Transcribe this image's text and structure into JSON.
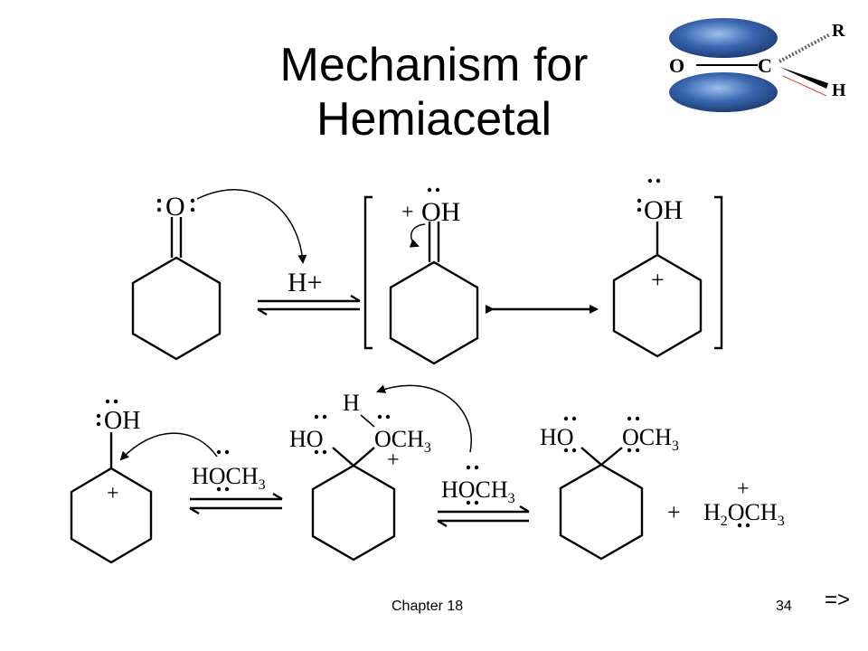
{
  "slide": {
    "title_line1": "Mechanism for",
    "title_line2": "Hemiacetal",
    "footer_chapter": "Chapter 18",
    "page_number": "34",
    "next_label": "=>"
  },
  "orbital_figure": {
    "label_o": "O",
    "label_c": "C",
    "label_r": "R",
    "label_h": "H",
    "lobe_color": "#3a67b0"
  },
  "scheme": {
    "reactant_oxygen": "O",
    "reagent_proton": "H+",
    "res1_plus": "+",
    "res1_group": "OH",
    "res2_group": "OH",
    "res2_plus": "+",
    "cation_group": "OH",
    "cation_plus": "+",
    "methanol_1": "HOCH",
    "methanol_1_sub": "3",
    "adduct_proton": "H",
    "adduct_ho": "HO",
    "adduct_och": "OCH",
    "adduct_och_sub": "3",
    "adduct_plus": "+",
    "methanol_2": "HOCH",
    "methanol_2_sub": "3",
    "product_ho": "HO",
    "product_och": "OCH",
    "product_och_sub": "3",
    "byproduct_plus_sign": "+",
    "byproduct_charge": "+",
    "byproduct_h": "H",
    "byproduct_h_sub": "2",
    "byproduct_och": "OCH",
    "byproduct_och_sub": "3"
  }
}
